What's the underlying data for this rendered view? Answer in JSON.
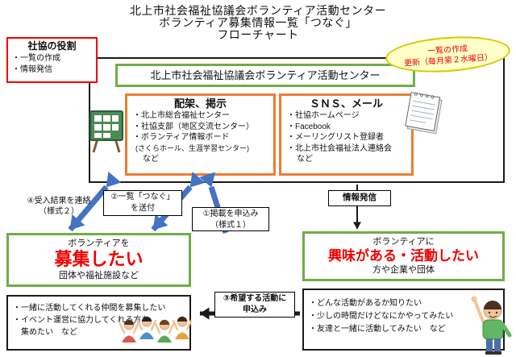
{
  "colors": {
    "green_border": "#70ad47",
    "orange_border": "#ed7d31",
    "red_border": "#f20000",
    "blue_arrow": "#4472c4",
    "red_text": "#f00000",
    "note_bg": "#ffffc8"
  },
  "title": {
    "line1": "北上市社会福祉協議会ボランティア活動センター",
    "line2": "ボランティア募集情報一覧「つなぐ」",
    "line3": "フローチャート"
  },
  "role_box": {
    "title": "社協の役割",
    "items": [
      "・一覧の作成",
      "・情報発信"
    ]
  },
  "update_note": {
    "text": "一覧の作成\n更新（毎月第２水曜日）"
  },
  "center": {
    "title": "北上市社会福祉協議会ボランティア活動センター",
    "haika": {
      "title": "配架、掲示",
      "items": [
        "・北上市総合福祉センター",
        "・社協支部（地区交流センター）",
        "・ボランティア情報ボード",
        "(さくらホール、生涯学習センター)",
        "など"
      ]
    },
    "sns": {
      "title": "ＳＮＳ、メール",
      "items": [
        "・社協ホームページ",
        "・Facebook",
        "・メーリングリスト登録者",
        "・北上市社会福祉法人連絡会",
        "など"
      ]
    }
  },
  "flow": {
    "step1": "①掲載を申込み\n（様式１）",
    "step2": "②一覧「つなぐ」\nを送付",
    "step3": "③希望する活動に\n申込み",
    "step4": "④受入結果を連絡\n（様式２）",
    "info": "情報発信"
  },
  "recruit_box": {
    "line1": "ボランティアを",
    "line2": "募集したい",
    "line3": "団体や福祉施設など"
  },
  "interest_box": {
    "line1": "ボランティアに",
    "line2": "興味がある・活動したい",
    "line3": "方や企業や団体"
  },
  "recruit_detail": {
    "items": [
      "・一緒に活動してくれる仲間を募集したい",
      "・イベント運営に協力してくれる方を\n　集めたい　など"
    ]
  },
  "interest_detail": {
    "items": [
      "・どんな活動があるか知りたい",
      "・少しの時間だけどなにかやってみたい",
      "・友達と一緒に活動してみたい　など"
    ]
  }
}
